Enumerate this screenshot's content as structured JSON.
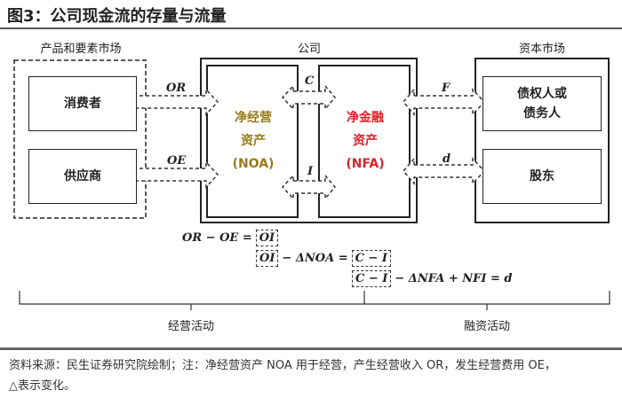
{
  "title": "图3：公司现金流的存量与流量",
  "columns": {
    "left": "产品和要素市场",
    "center": "公司",
    "right": "资本市场"
  },
  "left_boxes": [
    "消费者",
    "供应商"
  ],
  "right_boxes": [
    "债权人或\n债务人",
    "股东"
  ],
  "noa": {
    "line1": "净经营",
    "line2": "资产",
    "line3": "(NOA)"
  },
  "nfa": {
    "line1": "净金融",
    "line2": "资产",
    "line3": "(NFA)"
  },
  "flows": {
    "or": "OR",
    "oe": "OE",
    "c": "C",
    "i": "I",
    "f": "F",
    "d": "d"
  },
  "equations": {
    "eq1_left": "OR − OE =",
    "eq1_box": "OI",
    "eq2_box": "OI",
    "eq2_mid": "− ΔNOA =",
    "eq2_box2": "C − I",
    "eq3_box": "C − I",
    "eq3_right": "− ΔNFA + NFI = d"
  },
  "activities": {
    "operating": "经营活动",
    "financing": "融资活动"
  },
  "colors": {
    "noa": "#9a7a1a",
    "nfa": "#d9222a"
  },
  "footnote": {
    "line1": "资料来源：民生证券研究院绘制；注：净经营资产 NOA 用于经营，产生经营收入 OR，发生经营费用 OE，",
    "line2": "△表示变化。"
  }
}
